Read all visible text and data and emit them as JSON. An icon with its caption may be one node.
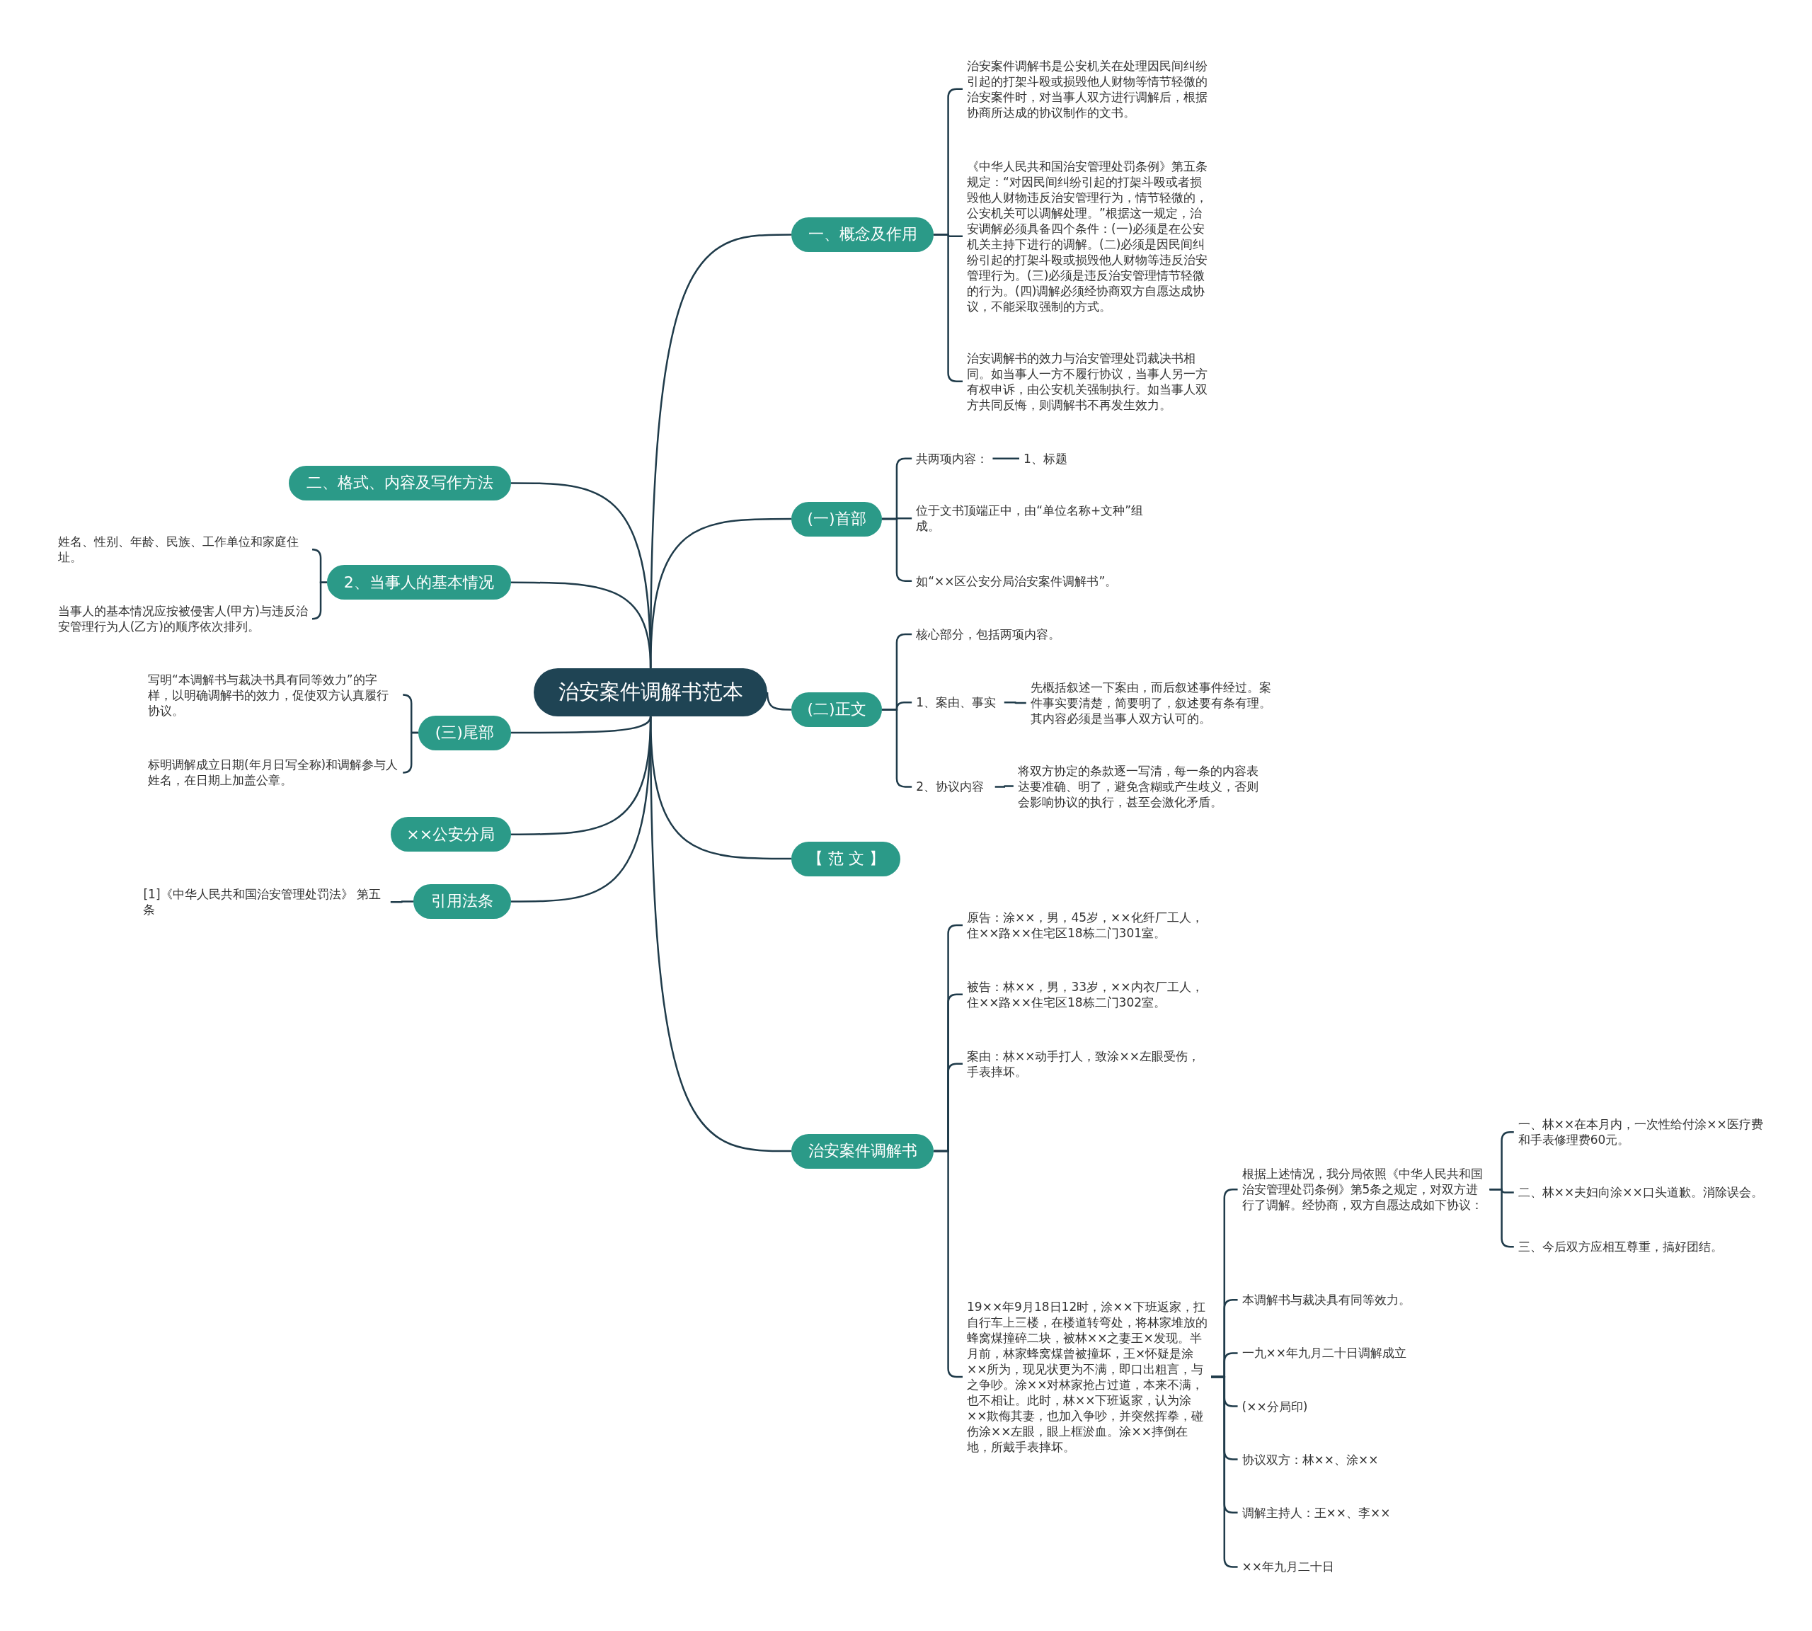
{
  "diagram": {
    "nodes": [
      {
        "text": [
          "治安案件调解书范本"
        ]
      },
      {
        "text": [
          "一、概念及作用"
        ]
      },
      {
        "text": [
          "治安案件调解书是公安机关在处理因民间纠纷引起的打架斗殴或损毁他人财物等情节轻微的治安案件时，对当事人双方进行调解后，根据协商所达成的协议制作的文书。"
        ]
      },
      {
        "text": [
          "《中华人民共和国治安管理处罚条例》第五条规定：“对因民间纠纷引起的打架斗殴或者损毁他人财物违反治安管理行为，情节轻微的，公安机关可以调解处理。”根据这一规定，治安调解必须具备四个条件：(一)必须是在公安机关主持下进行的调解。(二)必须是因民间纠纷引起的打架斗殴或损毁他人财物等违反治安管理行为。(三)必须是违反治安管理情节轻微的行为。(四)调解必须经协商双方自愿达成协议，不能采取强制的方式。"
        ]
      },
      {
        "text": [
          "治安调解书的效力与治安管理处罚裁决书相同。如当事人一方不履行协议，当事人另一方有权申诉，由公安机关强制执行。如当事人双方共同反悔，则调解书不再发生效力。"
        ]
      },
      {
        "text": [
          "(一)首部"
        ]
      },
      {
        "text": [
          "共两项内容："
        ]
      },
      {
        "text": [
          "1、标题"
        ]
      },
      {
        "text": [
          "位于文书顶端正中，由“单位名称+文种”组成。"
        ]
      },
      {
        "text": [
          "如“××区公安分局治安案件调解书”。"
        ]
      },
      {
        "text": [
          "(二)正文"
        ]
      },
      {
        "text": [
          "核心部分，包括两项内容。"
        ]
      },
      {
        "text": [
          "1、案由、事实"
        ]
      },
      {
        "text": [
          "先概括叙述一下案由，而后叙述事件经过。案件事实要清楚，简要明了，叙述要有条有理。其内容必须是当事人双方认可的。"
        ]
      },
      {
        "text": [
          "2、协议内容"
        ]
      },
      {
        "text": [
          "将双方协定的条款逐一写清，每一条的内容表达要准确、明了，避免含糊或产生歧义，否则会影响协议的执行，甚至会激化矛盾。"
        ]
      },
      {
        "text": [
          "【 范 文 】"
        ]
      },
      {
        "text": [
          "治安案件调解书"
        ]
      },
      {
        "text": [
          "原告：涂××，男，45岁，××化纤厂工人，住××路××住宅区18栋二门301室。"
        ]
      },
      {
        "text": [
          "被告：林××，男，33岁，××内衣厂工人，住××路××住宅区18栋二门302室。"
        ]
      },
      {
        "text": [
          "案由：林××动手打人，致涂××左眼受伤，手表摔坏。"
        ]
      },
      {
        "text": [
          "19××年9月18日12时，涂××下班返家，扛自行车上三楼，在楼道转弯处，将林家堆放的蜂窝煤撞碎二块，被林××之妻王×发现。半月前，林家蜂窝煤曾被撞坏，王×怀疑是涂××所为，现见状更为不满，即口出粗言，与之争吵。涂××对林家抢占过道，本来不满，也不相让。此时，林××下班返家，认为涂××欺侮其妻，也加入争吵，并突然挥拳，碰伤涂××左眼，眼上框淤血。涂××摔倒在地，所戴手表摔坏。"
        ]
      },
      {
        "text": [
          "根据上述情况，我分局依照《中华人民共和国治安管理处罚条例》第5条之规定，对双方进行了调解。经协商，双方自愿达成如下协议："
        ]
      },
      {
        "text": [
          "一、林××在本月内，一次性给付涂××医疗费和手表修理费60元。"
        ]
      },
      {
        "text": [
          "二、林××夫妇向涂××口头道歉。消除误会。"
        ]
      },
      {
        "text": [
          "三、今后双方应相互尊重，搞好团结。"
        ]
      },
      {
        "text": [
          "本调解书与裁决具有同等效力。"
        ]
      },
      {
        "text": [
          "一九××年九月二十日调解成立"
        ]
      },
      {
        "text": [
          "(××分局印)"
        ]
      },
      {
        "text": [
          "协议双方：林××、涂××"
        ]
      },
      {
        "text": [
          "调解主持人：王××、李××"
        ]
      },
      {
        "text": [
          "××年九月二十日"
        ]
      },
      {
        "text": [
          "二、格式、内容及写作方法"
        ]
      },
      {
        "text": [
          "2、当事人的基本情况"
        ]
      },
      {
        "text": [
          "姓名、性别、年龄、民族、工作单位和家庭住址。"
        ]
      },
      {
        "text": [
          "当事人的基本情况应按被侵害人(甲方)与违反治安管理行为人(乙方)的顺序依次排列。"
        ]
      },
      {
        "text": [
          "(三)尾部"
        ]
      },
      {
        "text": [
          "写明“本调解书与裁决书具有同等效力”的字样，以明确调解书的效力，促使双方认真履行协议。"
        ]
      },
      {
        "text": [
          "标明调解成立日期(年月日写全称)和调解参与人姓名，在日期上加盖公章。"
        ]
      },
      {
        "text": [
          "××公安分局"
        ]
      },
      {
        "text": [
          "引用法条"
        ]
      },
      {
        "text": [
          "[1]《中华人民共和国治安管理处罚法》 第五条"
        ]
      }
    ],
    "edges": [
      {
        "from": 0,
        "to": 1,
        "arrow": "none"
      },
      {
        "from": 1,
        "to": 2,
        "arrow": "none"
      },
      {
        "from": 1,
        "to": 3,
        "arrow": "none"
      },
      {
        "from": 1,
        "to": 4,
        "arrow": "none"
      },
      {
        "from": 0,
        "to": 5,
        "arrow": "none"
      },
      {
        "from": 5,
        "to": 6,
        "arrow": "none"
      },
      {
        "from": 6,
        "to": 7,
        "arrow": "none"
      },
      {
        "from": 5,
        "to": 8,
        "arrow": "none"
      },
      {
        "from": 5,
        "to": 9,
        "arrow": "none"
      },
      {
        "from": 0,
        "to": 10,
        "arrow": "none"
      },
      {
        "from": 10,
        "to": 11,
        "arrow": "none"
      },
      {
        "from": 10,
        "to": 12,
        "arrow": "none"
      },
      {
        "from": 12,
        "to": 13,
        "arrow": "none"
      },
      {
        "from": 10,
        "to": 14,
        "arrow": "none"
      },
      {
        "from": 14,
        "to": 15,
        "arrow": "none"
      },
      {
        "from": 0,
        "to": 16,
        "arrow": "none"
      },
      {
        "from": 0,
        "to": 17,
        "arrow": "none"
      },
      {
        "from": 17,
        "to": 18,
        "arrow": "none"
      },
      {
        "from": 17,
        "to": 19,
        "arrow": "none"
      },
      {
        "from": 17,
        "to": 20,
        "arrow": "none"
      },
      {
        "from": 17,
        "to": 21,
        "arrow": "none"
      },
      {
        "from": 21,
        "to": 22,
        "arrow": "none"
      },
      {
        "from": 22,
        "to": 23,
        "arrow": "none"
      },
      {
        "from": 22,
        "to": 24,
        "arrow": "none"
      },
      {
        "from": 22,
        "to": 25,
        "arrow": "none"
      },
      {
        "from": 21,
        "to": 26,
        "arrow": "none"
      },
      {
        "from": 21,
        "to": 27,
        "arrow": "none"
      },
      {
        "from": 21,
        "to": 28,
        "arrow": "none"
      },
      {
        "from": 21,
        "to": 29,
        "arrow": "none"
      },
      {
        "from": 21,
        "to": 30,
        "arrow": "none"
      },
      {
        "from": 21,
        "to": 31,
        "arrow": "none"
      },
      {
        "from": 0,
        "to": 32,
        "arrow": "none"
      },
      {
        "from": 0,
        "to": 33,
        "arrow": "none"
      },
      {
        "from": 33,
        "to": 34,
        "arrow": "none"
      },
      {
        "from": 33,
        "to": 35,
        "arrow": "none"
      },
      {
        "from": 0,
        "to": 36,
        "arrow": "none"
      },
      {
        "from": 36,
        "to": 37,
        "arrow": "none"
      },
      {
        "from": 36,
        "to": 38,
        "arrow": "none"
      },
      {
        "from": 0,
        "to": 39,
        "arrow": "none"
      },
      {
        "from": 0,
        "to": 40,
        "arrow": "none"
      },
      {
        "from": 40,
        "to": 41,
        "arrow": "none"
      }
    ]
  }
}
